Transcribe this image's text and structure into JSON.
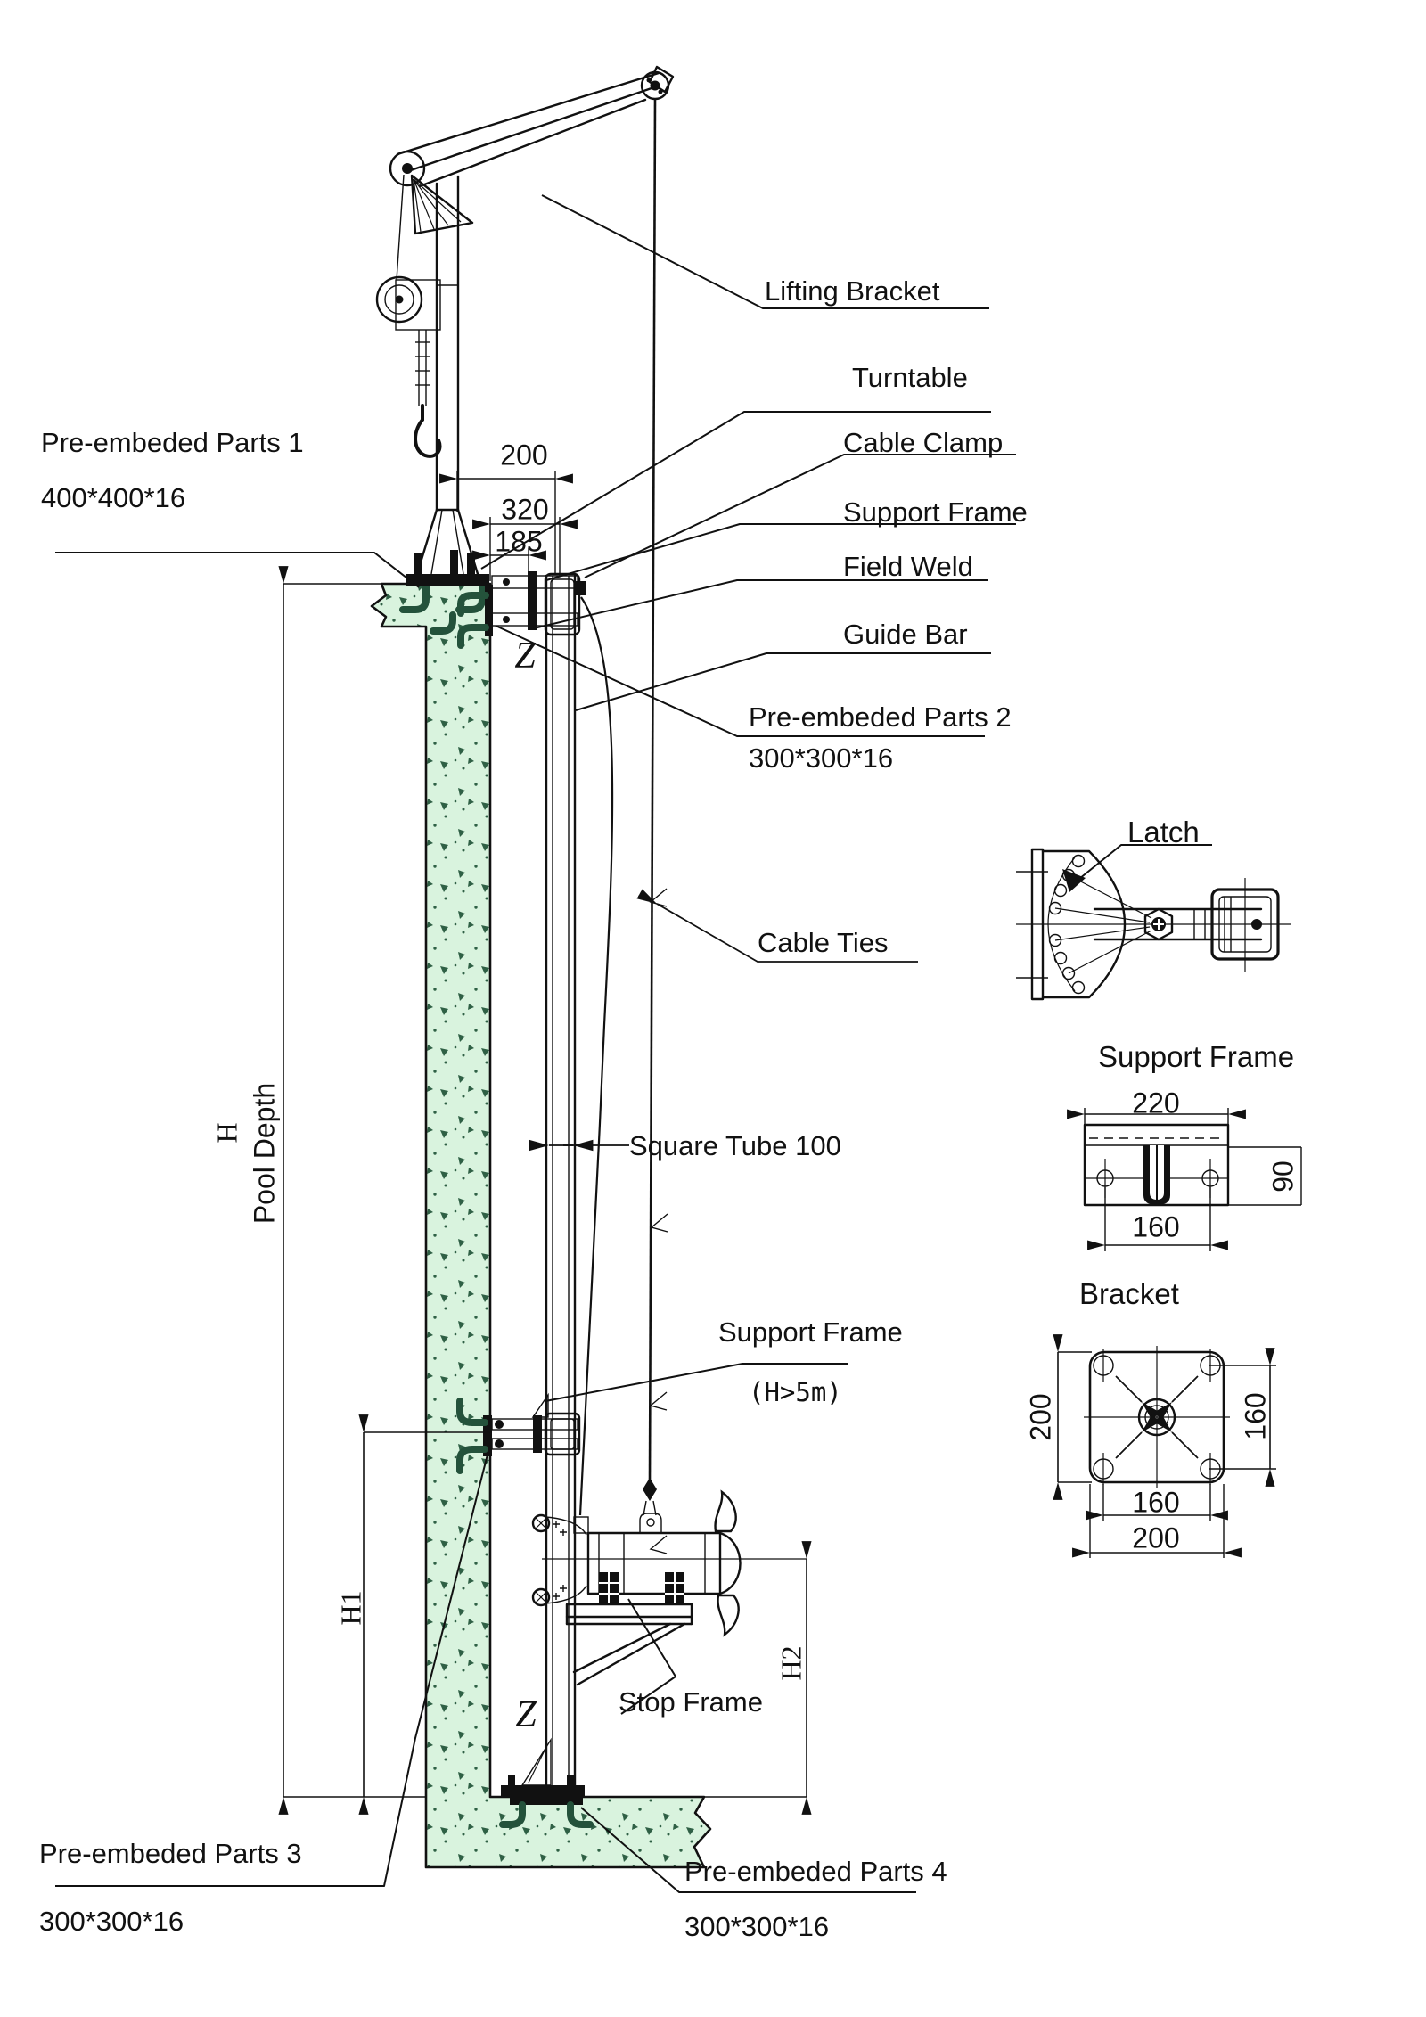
{
  "callouts": {
    "lifting_bracket": "Lifting Bracket",
    "turntable": "Turntable",
    "cable_clamp": "Cable Clamp",
    "support_frame_top": "Support Frame",
    "field_weld": "Field Weld",
    "guide_bar": "Guide Bar",
    "cable_ties": "Cable Ties",
    "square_tube": "Square Tube 100",
    "support_frame_mid": "Support Frame",
    "support_frame_mid_note": "(H>5m)",
    "stop_frame": "Stop Frame",
    "pre_embedded_1": {
      "name": "Pre-embeded Parts 1",
      "size": "400*400*16"
    },
    "pre_embedded_2": {
      "name": "Pre-embeded Parts 2",
      "size": "300*300*16"
    },
    "pre_embedded_3": {
      "name": "Pre-embeded Parts 3",
      "size": "300*300*16"
    },
    "pre_embedded_4": {
      "name": "Pre-embeded Parts 4",
      "size": "300*300*16"
    }
  },
  "dimensions": {
    "top_200": "200",
    "top_320": "320",
    "top_185": "185",
    "pool_depth_symbol": "H",
    "pool_depth_label": "Pool Depth",
    "h1": "H1",
    "h2": "H2",
    "weld_z_top": "Z",
    "weld_z_bottom": "Z"
  },
  "details": {
    "latch": {
      "title": "Latch"
    },
    "support_frame": {
      "title": "Support Frame",
      "width": "220",
      "bolt_spacing": "160",
      "height": "90"
    },
    "bracket": {
      "title": "Bracket",
      "side_left": "200",
      "bolt_spacing_right": "160",
      "bolt_spacing_bottom": "160",
      "width_bottom": "200"
    }
  },
  "colors": {
    "line": "#111111",
    "concrete_fill": "#d9f3de",
    "concrete_speckle": "#2f6045",
    "embedded_part": "#24523b",
    "background": "#ffffff"
  }
}
